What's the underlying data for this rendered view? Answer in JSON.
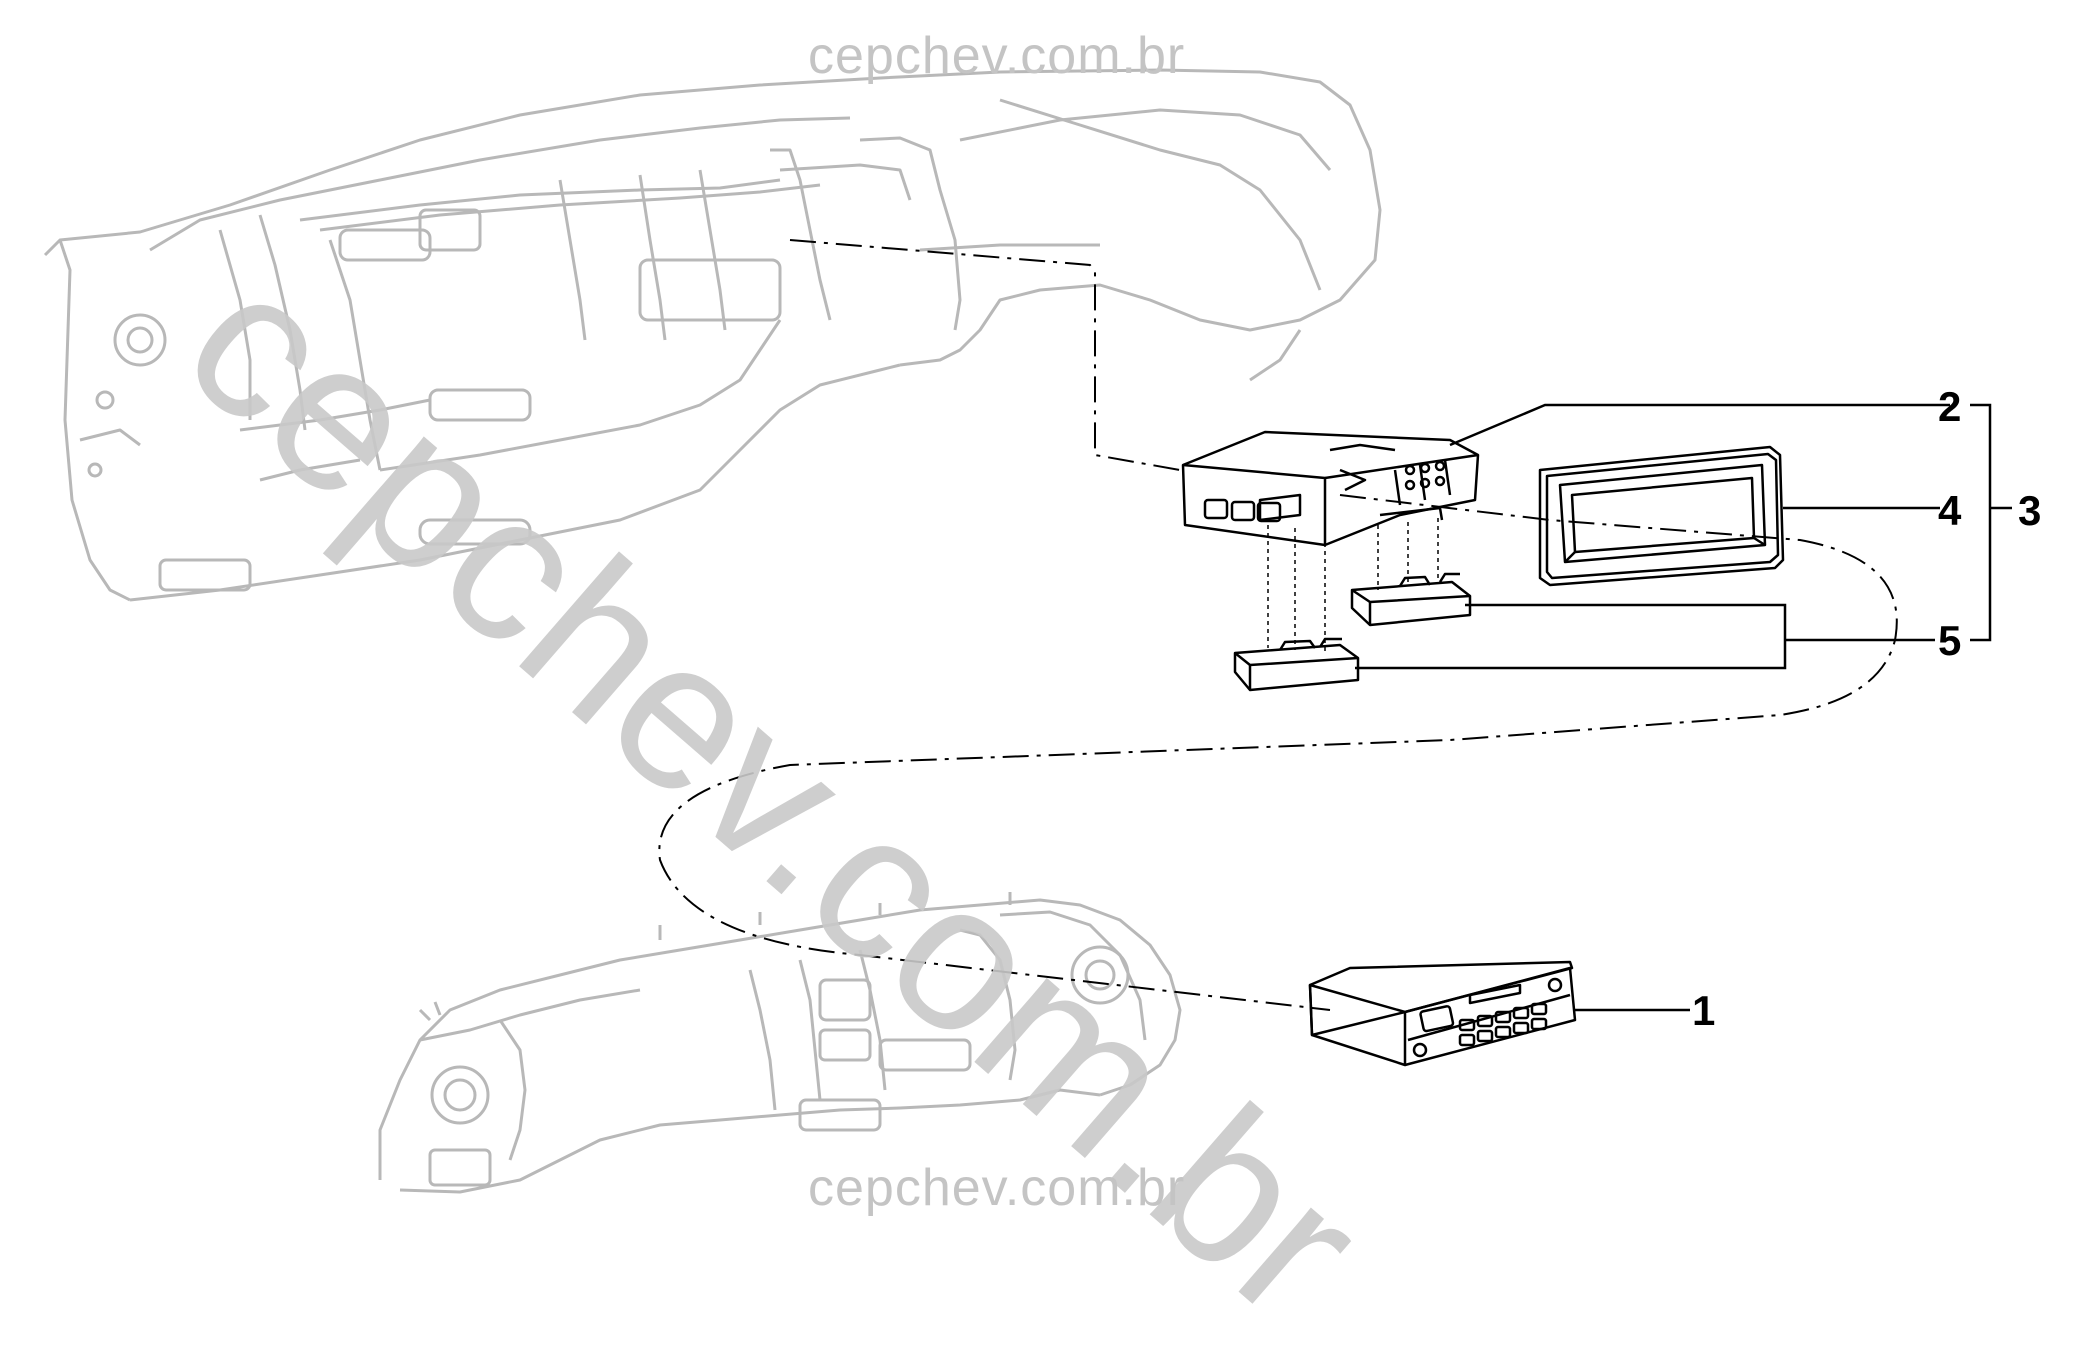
{
  "watermark": {
    "top": "cepchev.com.br",
    "diagonal": "cepchev.com.br",
    "bottom": "cepchev.com.br"
  },
  "callouts": {
    "c1": "1",
    "c2": "2",
    "c3": "3",
    "c4": "4",
    "c5": "5"
  },
  "colors": {
    "line": "#000000",
    "faded": "#b8b8b8",
    "watermark": "#c4c4c4"
  }
}
